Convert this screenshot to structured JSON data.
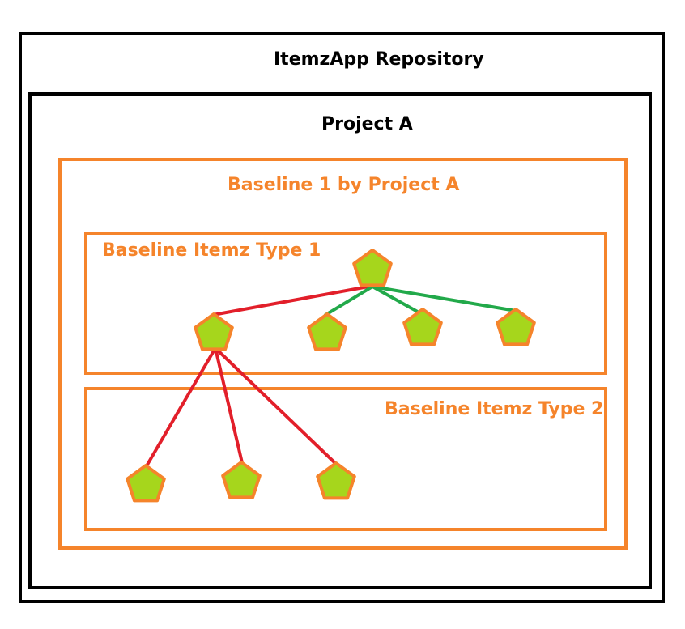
{
  "repository": {
    "title": "ItemzApp Repository"
  },
  "project": {
    "title": "Project A"
  },
  "baseline": {
    "title": "Baseline 1 by Project A"
  },
  "type1": {
    "title": "Baseline Itemz Type 1"
  },
  "type2": {
    "title": "Baseline Itemz Type 2"
  },
  "colors": {
    "border_black": "#000000",
    "border_orange": "#f5842b",
    "node_fill": "#a6d61c",
    "node_stroke": "#f5842b",
    "edge_red": "#e21f2a",
    "edge_green": "#22a94a"
  },
  "node_names": [
    "root",
    "type1-child-1",
    "type1-child-2",
    "type1-child-3",
    "type1-child-4",
    "type2-child-1",
    "type2-child-2",
    "type2-child-3"
  ],
  "edges": [
    {
      "from": "root",
      "to": "type1-child-1",
      "color": "red"
    },
    {
      "from": "root",
      "to": "type1-child-2",
      "color": "green"
    },
    {
      "from": "root",
      "to": "type1-child-3",
      "color": "green"
    },
    {
      "from": "root",
      "to": "type1-child-4",
      "color": "green"
    },
    {
      "from": "type1-child-1",
      "to": "type2-child-1",
      "color": "red"
    },
    {
      "from": "type1-child-1",
      "to": "type2-child-2",
      "color": "red"
    },
    {
      "from": "type1-child-1",
      "to": "type2-child-3",
      "color": "red"
    }
  ]
}
